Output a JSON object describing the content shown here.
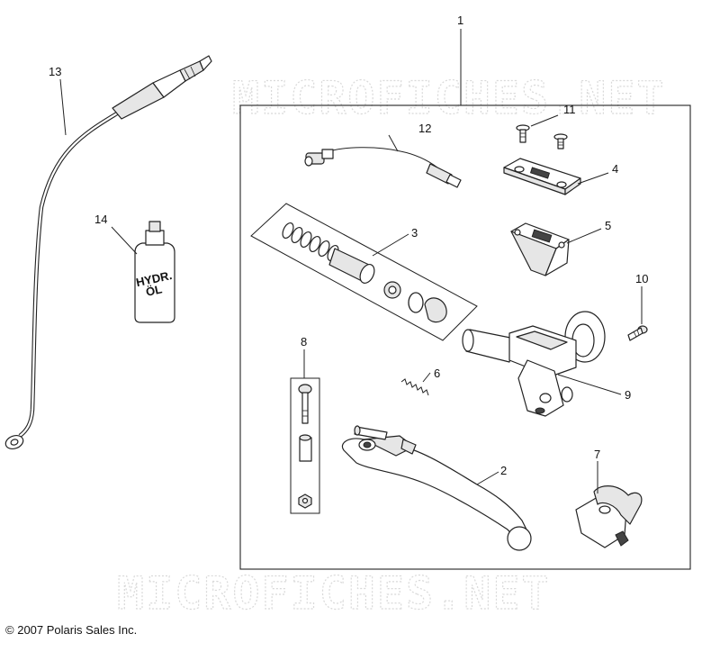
{
  "watermark": "MICROFICHES.NET",
  "copyright": "2007 Polaris Sales Inc.",
  "copyright_symbol": "©",
  "bottle_label": {
    "line1": "HYDR.",
    "line2": "ÖL"
  },
  "callouts": [
    "1",
    "2",
    "3",
    "4",
    "5",
    "6",
    "7",
    "8",
    "9",
    "10",
    "11",
    "12",
    "13",
    "14"
  ]
}
